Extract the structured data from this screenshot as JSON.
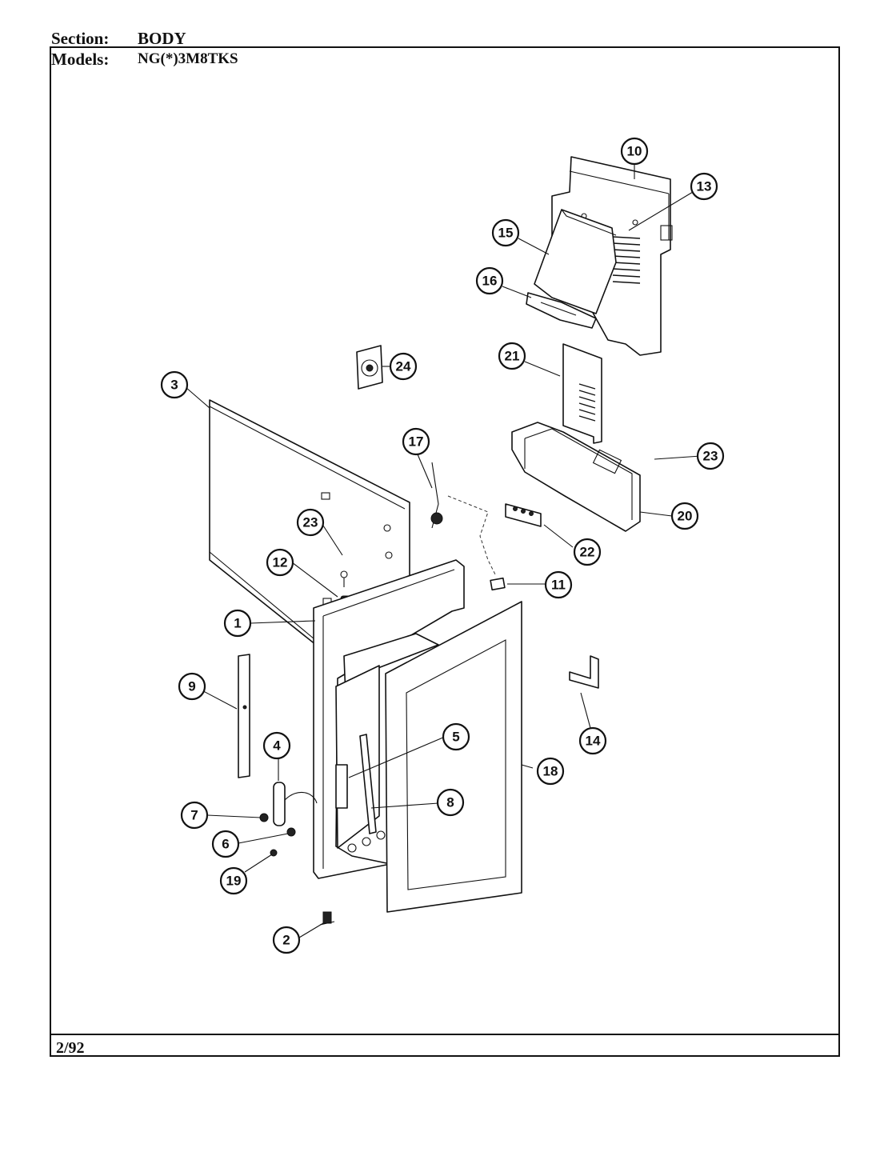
{
  "header": {
    "section_label": "Section:",
    "section_value": "BODY",
    "models_label": "Models:",
    "models_value": "NG(*)3M8TKS"
  },
  "footer": {
    "date": "2/92"
  },
  "callouts": [
    {
      "id": "callout-1",
      "label": "1"
    },
    {
      "id": "callout-2",
      "label": "2"
    },
    {
      "id": "callout-3",
      "label": "3"
    },
    {
      "id": "callout-4",
      "label": "4"
    },
    {
      "id": "callout-5",
      "label": "5"
    },
    {
      "id": "callout-6",
      "label": "6"
    },
    {
      "id": "callout-7",
      "label": "7"
    },
    {
      "id": "callout-8",
      "label": "8"
    },
    {
      "id": "callout-9",
      "label": "9"
    },
    {
      "id": "callout-10",
      "label": "10"
    },
    {
      "id": "callout-11",
      "label": "11"
    },
    {
      "id": "callout-12",
      "label": "12"
    },
    {
      "id": "callout-13",
      "label": "13"
    },
    {
      "id": "callout-14",
      "label": "14"
    },
    {
      "id": "callout-15",
      "label": "15"
    },
    {
      "id": "callout-16",
      "label": "16"
    },
    {
      "id": "callout-17",
      "label": "17"
    },
    {
      "id": "callout-18",
      "label": "18"
    },
    {
      "id": "callout-19",
      "label": "19"
    },
    {
      "id": "callout-20",
      "label": "20"
    },
    {
      "id": "callout-21",
      "label": "21"
    },
    {
      "id": "callout-22",
      "label": "22"
    },
    {
      "id": "callout-23a",
      "label": "23"
    },
    {
      "id": "callout-23b",
      "label": "23"
    },
    {
      "id": "callout-24",
      "label": "24"
    }
  ]
}
